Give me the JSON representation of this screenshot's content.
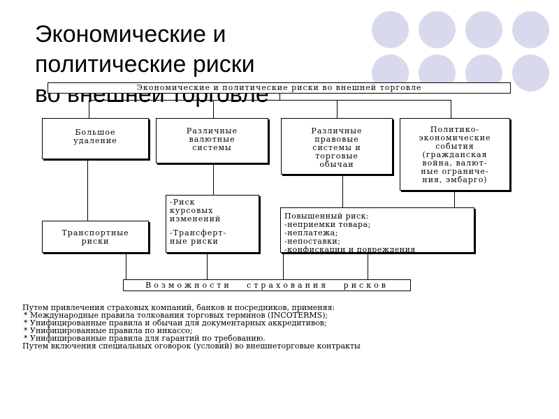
{
  "slide": {
    "title_line1": "Экономические и политические риски",
    "title_line2": "во внешней торговле"
  },
  "diagram": {
    "top": "Экономические и политические риски во внешней торговле",
    "box_distance": [
      "Большое",
      "удаление"
    ],
    "box_currency": [
      "Различные",
      "валютные",
      "системы"
    ],
    "box_legal": [
      "Различные",
      "правовые",
      "системы и",
      "торговые",
      "обычаи"
    ],
    "box_politics": [
      "Политико-",
      "экономические",
      "события",
      "(гражданская",
      "война, валют-",
      "ные ограниче-",
      "ния, эмбарго)"
    ],
    "box_transport": [
      "Транспортные",
      "риски"
    ],
    "box_exchange": [
      "-Риск",
      "курсовых",
      "изменений",
      "-Трансферт-",
      "ные риски"
    ],
    "box_increased": [
      "Повышенный риск:",
      "-неприемки товара;",
      "-неплатежа;",
      "-непоставки;",
      "-конфискации и повреждения"
    ],
    "bottom": "Возможности страхования рисков"
  },
  "notes": {
    "line1": "Путем привлечения страховых компаний, банков и посредников, применяя:",
    "item1": "*   Международные правила толкования торговых терминов (INCOTERMS);",
    "item2": "*   Унифицированные правила и обычаи для документарных аккредитивов;",
    "item3": "*   Унифицированные правила по инкассо;",
    "item4": "*   Унифицированные правила для гарантий по требованию.",
    "line2": "Путем включения специальных оговорок (условий) во внешнеторговые контракты"
  }
}
